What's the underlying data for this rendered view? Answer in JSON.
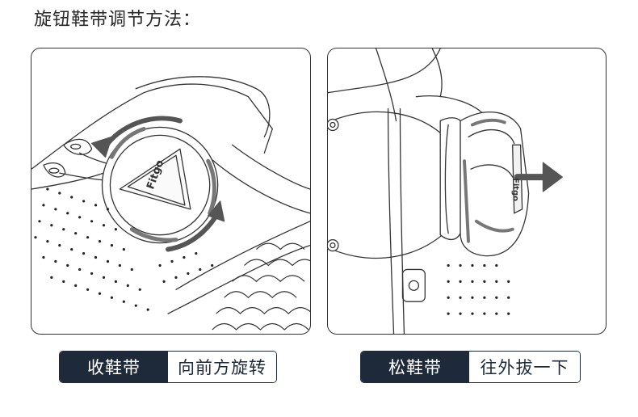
{
  "title": "旋钮鞋带调节方法：",
  "left": {
    "logo_text": "Fitgo",
    "caption_dark": "收鞋带",
    "caption_light": "向前方旋转"
  },
  "right": {
    "logo_text": "Fitgo",
    "caption_dark": "松鞋带",
    "caption_light": "往外拔一下"
  },
  "colors": {
    "dark": "#1e2a3a",
    "line": "#333333",
    "arrow": "#555555"
  }
}
